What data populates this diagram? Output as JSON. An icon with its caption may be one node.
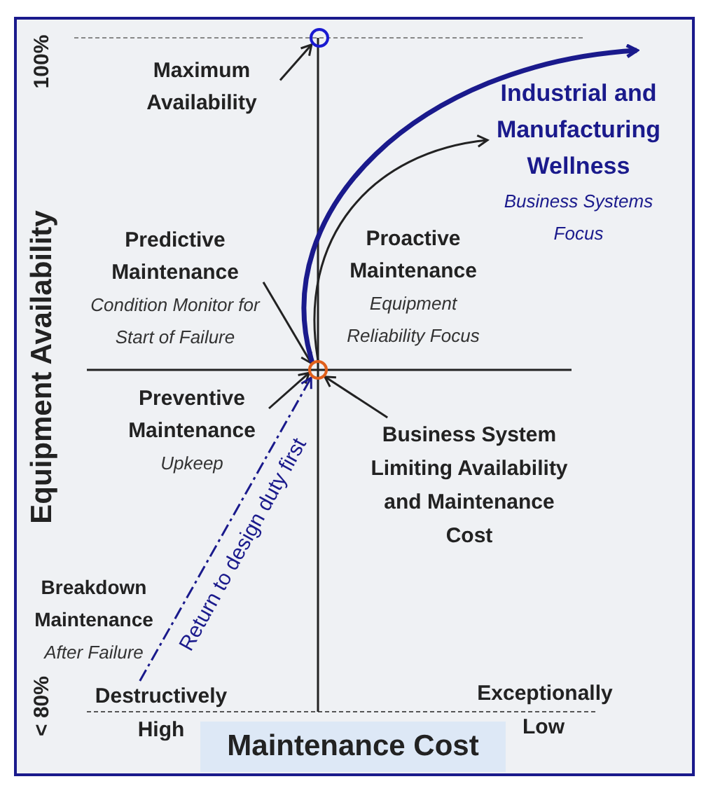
{
  "diagram": {
    "nodes": [
      {
        "text": [
          "Maximum Availability"
        ]
      },
      {
        "text": [],
        "shape": "circle"
      },
      {
        "text": [
          "Predictive Maintenance",
          "Condition Monitor for Start of Failure"
        ]
      },
      {
        "text": [],
        "shape": "circle"
      },
      {
        "text": [
          "Proactive Maintenance",
          "Equipment Reliability Focus"
        ]
      },
      {
        "text": [
          "Industrial and Manufacturing Wellness",
          "Business Systems Focus"
        ]
      },
      {
        "text": [
          "Preventive Maintenance",
          "Upkeep"
        ]
      },
      {
        "text": [
          "Business System Limiting Availability and Maintenance Cost"
        ]
      },
      {
        "text": [
          "Breakdown Maintenance",
          "After Failure"
        ]
      }
    ],
    "edges": [
      {
        "from": 0,
        "to": 1,
        "arrow": "to"
      },
      {
        "from": 2,
        "to": 3,
        "arrow": "to"
      },
      {
        "from": 6,
        "to": 3,
        "arrow": "to"
      },
      {
        "from": 7,
        "to": 3,
        "arrow": "to"
      },
      {
        "from": 3,
        "to": 5,
        "arrow": "to",
        "style": "thick",
        "color": "#1a1a8c"
      },
      {
        "from": 3,
        "to": 5,
        "arrow": "to"
      },
      {
        "from": 8,
        "to": 3,
        "arrow": "to",
        "style": "dashed",
        "color": "#1a1a8c",
        "label": "Return to design duty first"
      }
    ],
    "labels": [
      "100%",
      "Equipment Availability",
      "< 80%",
      "Destructively",
      "Exceptionally",
      "High",
      "Low",
      "Maintenance Cost"
    ]
  }
}
